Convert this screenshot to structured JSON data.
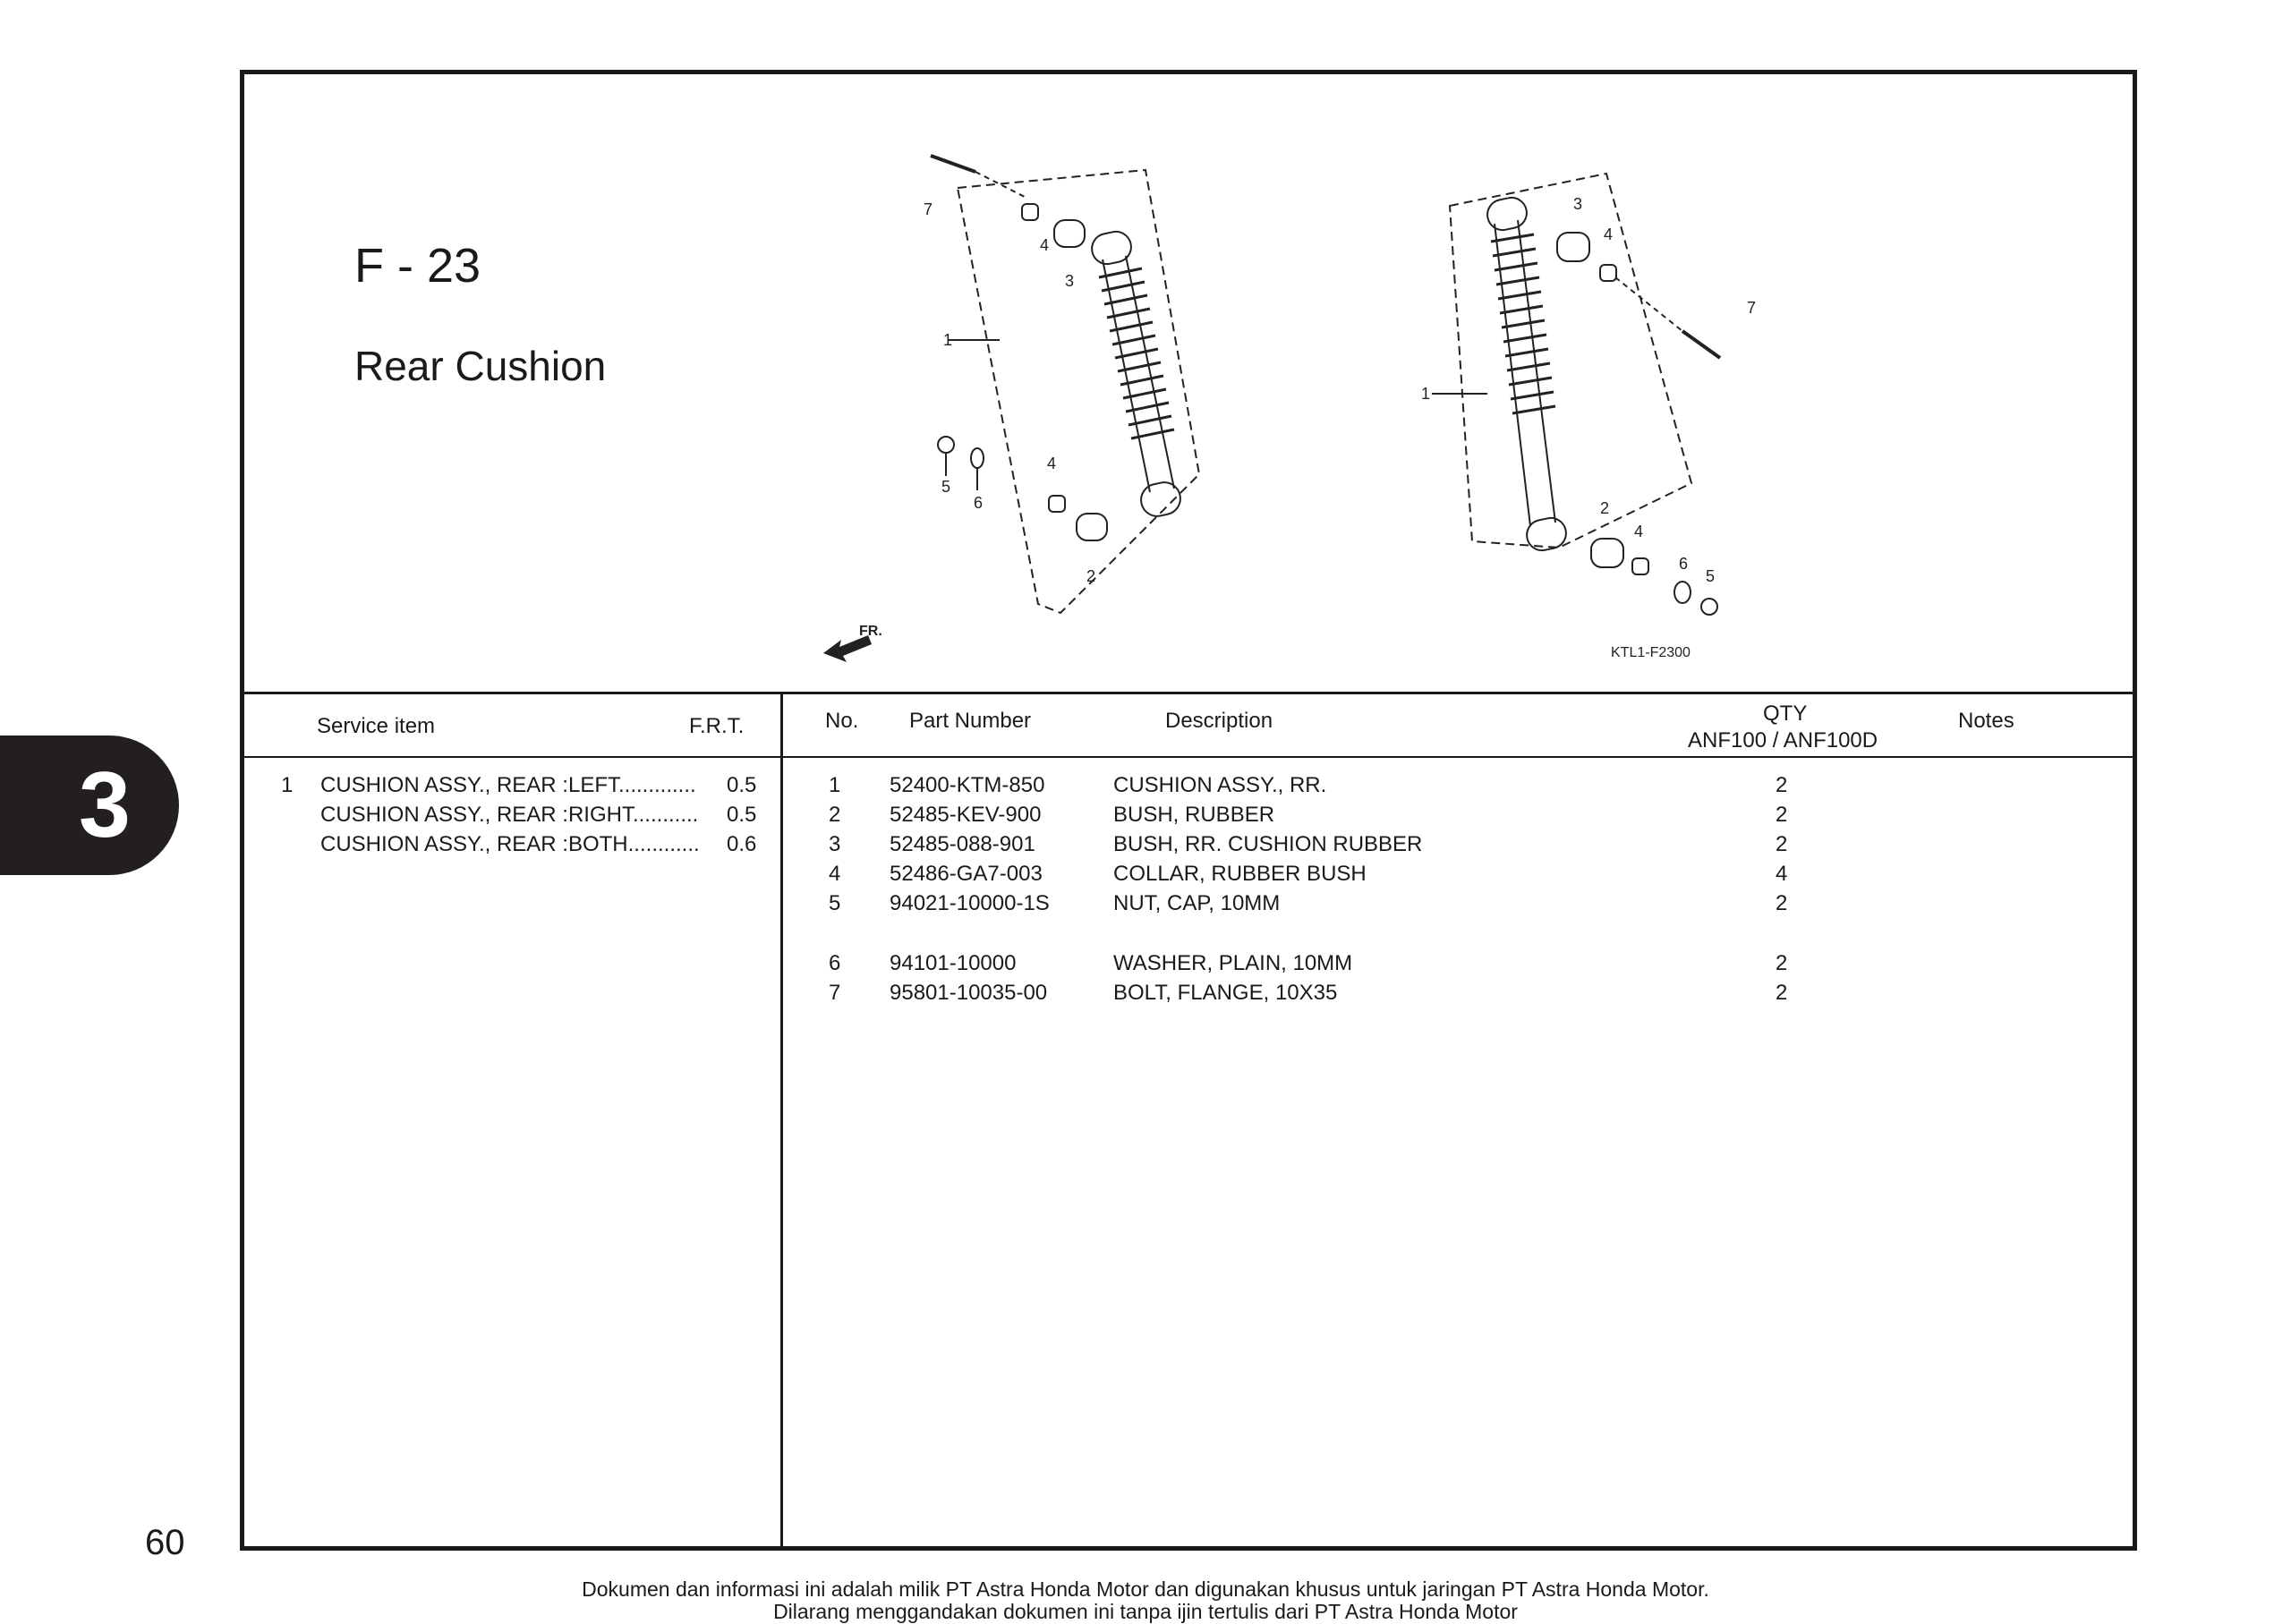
{
  "figure": {
    "id": "F - 23",
    "title": "Rear Cushion",
    "code": "KTL1-F2300",
    "front_arrow": "FR."
  },
  "callouts": [
    "1",
    "2",
    "3",
    "4",
    "5",
    "6",
    "7"
  ],
  "service_header": {
    "item": "Service item",
    "frt": "F.R.T."
  },
  "service_items": [
    {
      "no": "1",
      "text": "CUSHION ASSY., REAR :LEFT.............",
      "frt": "0.5"
    },
    {
      "no": "",
      "text": "CUSHION ASSY., REAR :RIGHT...........",
      "frt": "0.5"
    },
    {
      "no": "",
      "text": "CUSHION ASSY., REAR :BOTH............",
      "frt": "0.6"
    }
  ],
  "parts_header": {
    "no": "No.",
    "part_number": "Part Number",
    "description": "Description",
    "qty": "QTY",
    "qty_models": "ANF100 / ANF100D",
    "notes": "Notes"
  },
  "parts": [
    {
      "no": "1",
      "part_number": "52400-KTM-850",
      "description": "CUSHION ASSY., RR.",
      "qty": "2"
    },
    {
      "no": "2",
      "part_number": "52485-KEV-900",
      "description": "BUSH, RUBBER",
      "qty": "2"
    },
    {
      "no": "3",
      "part_number": "52485-088-901",
      "description": "BUSH, RR. CUSHION RUBBER",
      "qty": "2"
    },
    {
      "no": "4",
      "part_number": "52486-GA7-003",
      "description": "COLLAR, RUBBER BUSH",
      "qty": "4"
    },
    {
      "no": "5",
      "part_number": "94021-10000-1S",
      "description": "NUT, CAP, 10MM",
      "qty": "2"
    },
    {
      "no": "6",
      "part_number": "94101-10000",
      "description": "WASHER, PLAIN, 10MM",
      "qty": "2"
    },
    {
      "no": "7",
      "part_number": "95801-10035-00",
      "description": "BOLT, FLANGE, 10X35",
      "qty": "2"
    }
  ],
  "section_tab": "3",
  "page_number": "60",
  "footer": {
    "line1": "Dokumen dan informasi ini adalah milik PT Astra Honda Motor dan digunakan khusus untuk jaringan PT Astra Honda Motor.",
    "line2": "Dilarang menggandakan dokumen ini tanpa ijin tertulis dari PT Astra Honda Motor"
  }
}
